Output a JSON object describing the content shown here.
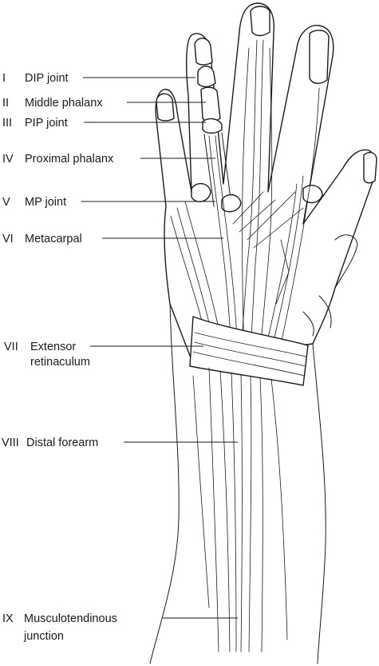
{
  "labels": [
    {
      "numeral": "I",
      "text": "DIP joint"
    },
    {
      "numeral": "II",
      "text": "Middle phalanx"
    },
    {
      "numeral": "III",
      "text": "PIP joint"
    },
    {
      "numeral": "IV",
      "text": "Proximal phalanx"
    },
    {
      "numeral": "V",
      "text": "MP joint"
    },
    {
      "numeral": "VI",
      "text": "Metacarpal"
    },
    {
      "numeral": "VII",
      "text": "Extensor",
      "text2": "retinaculum"
    },
    {
      "numeral": "VIII",
      "text": "Distal forearm"
    },
    {
      "numeral": "IX",
      "text": "Musculotendinous",
      "text2": "junction"
    }
  ]
}
